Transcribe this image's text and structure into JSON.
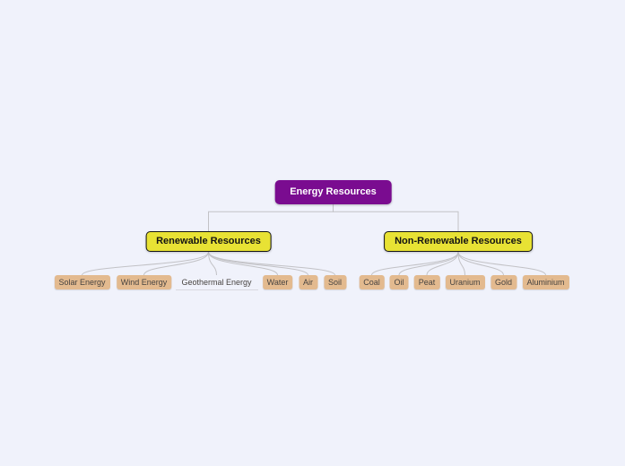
{
  "canvas": {
    "background": "#F0F2FB",
    "connector_color": "#C2C2C6"
  },
  "mindmap": {
    "root": {
      "label": "Energy Resources",
      "bg_color": "#7A0C90",
      "text_color": "#FFFFFF"
    },
    "branches": [
      {
        "label": "Renewable Resources",
        "bg_color": "#E8E234",
        "text_color": "#141414",
        "child_bg_color": "#E3BA8F",
        "children": [
          {
            "label": "Solar Energy"
          },
          {
            "label": "Wind Energy"
          },
          {
            "label": "Geothermal Energy",
            "style": "underline-only"
          },
          {
            "label": "Water"
          },
          {
            "label": "Air"
          },
          {
            "label": "Soil"
          }
        ]
      },
      {
        "label": "Non-Renewable Resources",
        "bg_color": "#E8E234",
        "text_color": "#141414",
        "child_bg_color": "#E3BA8F",
        "children": [
          {
            "label": "Coal"
          },
          {
            "label": "Oil"
          },
          {
            "label": "Peat"
          },
          {
            "label": "Uranium"
          },
          {
            "label": "Gold"
          },
          {
            "label": "Aluminium"
          }
        ]
      }
    ]
  }
}
